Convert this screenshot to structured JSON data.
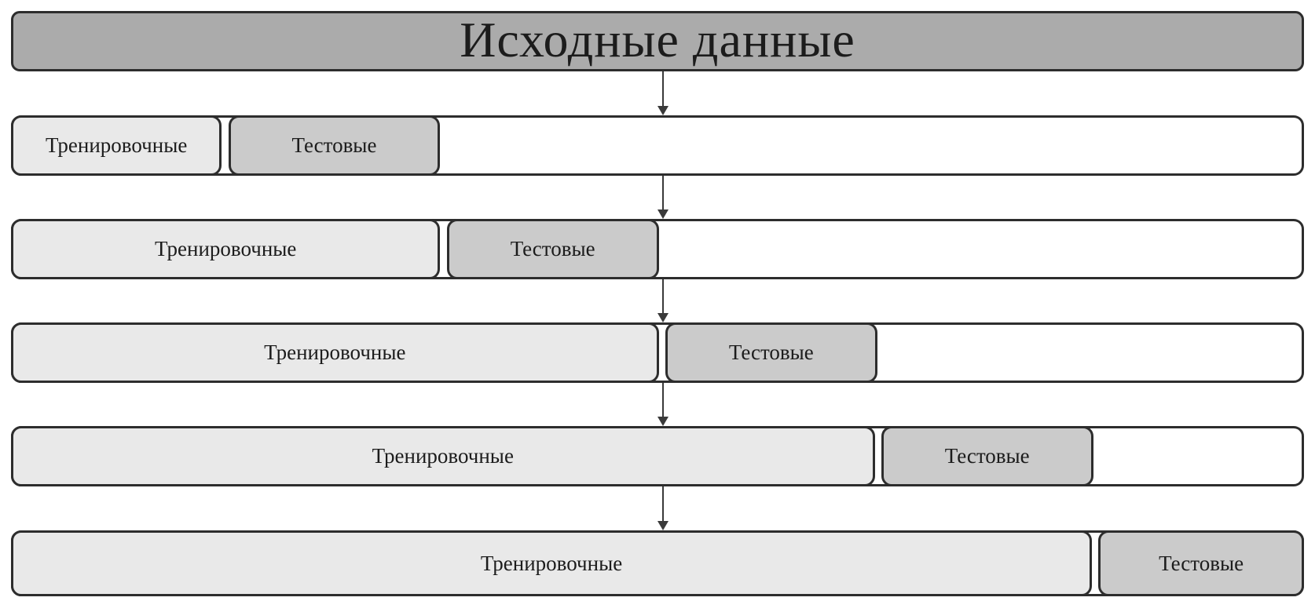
{
  "header": {
    "label": "Исходные данные"
  },
  "rows": [
    {
      "train_label": "Тренировочные",
      "test_label": "Тестовые",
      "train_width_pct": 16.3,
      "test_left_pct": 16.8,
      "test_width_pct": 16.4
    },
    {
      "train_label": "Тренировочные",
      "test_label": "Тестовые",
      "train_width_pct": 33.2,
      "test_left_pct": 33.7,
      "test_width_pct": 16.4
    },
    {
      "train_label": "Тренировочные",
      "test_label": "Тестовые",
      "train_width_pct": 50.1,
      "test_left_pct": 50.6,
      "test_width_pct": 16.4
    },
    {
      "train_label": "Тренировочные",
      "test_label": "Тестовые",
      "train_width_pct": 66.8,
      "test_left_pct": 67.3,
      "test_width_pct": 16.4
    },
    {
      "train_label": "Тренировочные",
      "test_label": "Тестовые",
      "train_width_pct": 83.6,
      "test_left_pct": 84.1,
      "test_width_pct": 15.9
    }
  ],
  "colors": {
    "header_bg": "#ababab",
    "train_bg": "#e9e9e9",
    "test_bg": "#cbcbcb",
    "container_bg": "#ffffff",
    "border": "#2d2d2d",
    "arrow": "#3a3a3a",
    "text": "#1c1c1c"
  }
}
